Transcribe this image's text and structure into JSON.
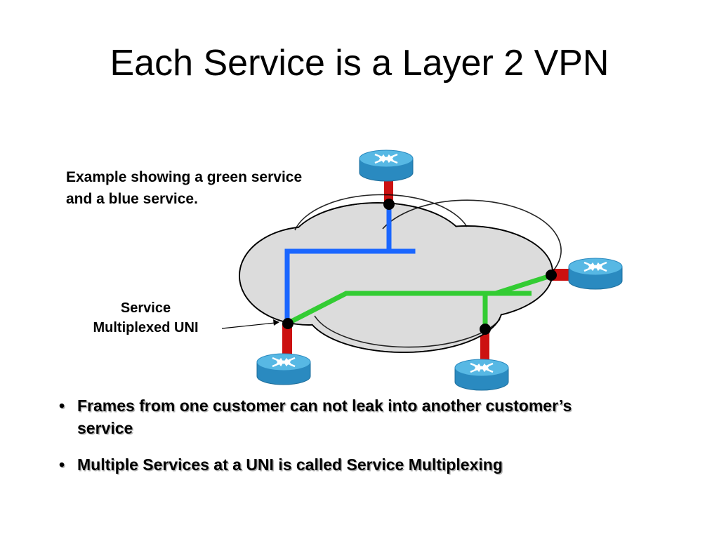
{
  "slide": {
    "title": "Each Service is a Layer 2 VPN",
    "caption_lines": [
      "Example showing a green service",
      "and a blue service."
    ],
    "uni_label_lines": [
      "Service",
      "Multiplexed UNI"
    ]
  },
  "bullets": [
    {
      "marker": "•",
      "text": "Frames from one customer can not leak into another customer’s service"
    },
    {
      "marker": "•",
      "text": "Multiple Services at a UNI is called Service Multiplexing"
    }
  ],
  "colors": {
    "cloud_fill": "#dcdcdc",
    "blue_service": "#1a66ff",
    "green_service": "#33cc33",
    "access_link": "#cc1111",
    "router_body": "#2a8ac0",
    "router_top": "#57b8e4"
  },
  "icons": {
    "router": "router-icon",
    "uni_point": "uni-point-dot"
  }
}
